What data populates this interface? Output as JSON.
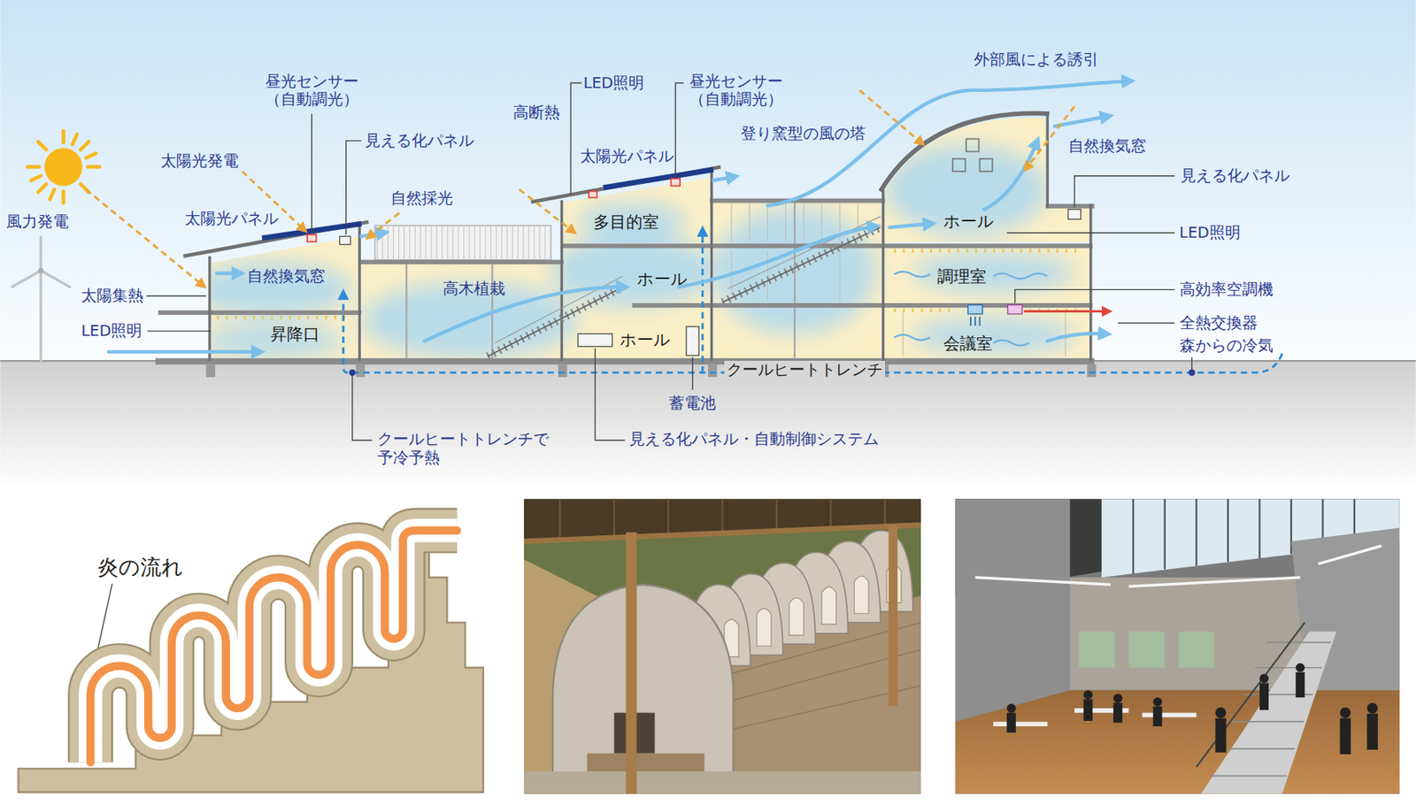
{
  "diagram": {
    "labels": [
      "昼光センサー （自動調光）",
      "見える化パネル",
      "太陽光発電",
      "LED照明",
      "昼光センサー （自動調光）",
      "高断熱",
      "外部風による誘引",
      "登り窯型の風の塔",
      "自然換気窓",
      "太陽光パネル",
      "見える化パネル",
      "自然採光",
      "風力発電",
      "太陽光パネル",
      "多目的室",
      "ホール",
      "LED照明",
      "自然換気窓",
      "ホール",
      "調理室",
      "高木植栽",
      "太陽集熱",
      "高効率空調機",
      "全熱交換器",
      "LED照明",
      "昇降口",
      "ホール",
      "会議室",
      "森からの冷気",
      "クールヒートトレンチ",
      "蓄電池",
      "クールヒートトレンチで 予冷予熱",
      "見える化パネル・自動制御システム",
      "炎の流れ"
    ]
  }
}
